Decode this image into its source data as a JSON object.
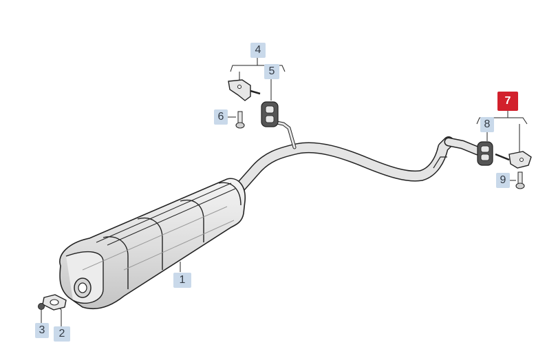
{
  "diagram": {
    "colors": {
      "callout_bg": "#c9d9ea",
      "callout_highlight_bg": "#d2202c",
      "part_fill": "#e6e6e6",
      "part_stroke": "#222222"
    },
    "callouts": [
      {
        "id": "1",
        "label": "1",
        "part": "rear-silencer"
      },
      {
        "id": "2",
        "label": "2",
        "part": "gasket"
      },
      {
        "id": "3",
        "label": "3",
        "part": "nut"
      },
      {
        "id": "4",
        "label": "4",
        "part": "front-bracket-assembly"
      },
      {
        "id": "5",
        "label": "5",
        "part": "front-rubber-mount"
      },
      {
        "id": "6",
        "label": "6",
        "part": "front-bolt"
      },
      {
        "id": "7",
        "label": "7",
        "part": "rear-bracket-assembly",
        "highlighted": true
      },
      {
        "id": "8",
        "label": "8",
        "part": "rear-rubber-mount"
      },
      {
        "id": "9",
        "label": "9",
        "part": "rear-bolt"
      }
    ]
  }
}
